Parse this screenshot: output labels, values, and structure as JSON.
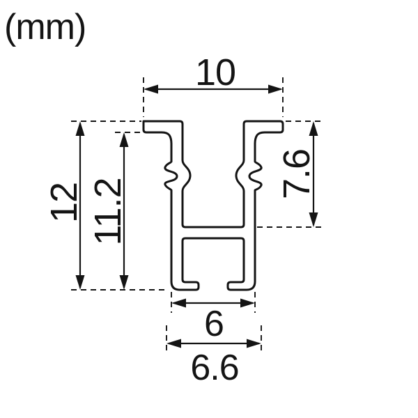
{
  "unit_note": "(mm)",
  "dimensions": {
    "top_width": "10",
    "overall_height": "12",
    "inner_height": "11.2",
    "channel_depth": "7.6",
    "bottom_width": "6",
    "bottom_overall_width": "6.6"
  },
  "colors": {
    "line": "#141414",
    "background": "#ffffff"
  }
}
